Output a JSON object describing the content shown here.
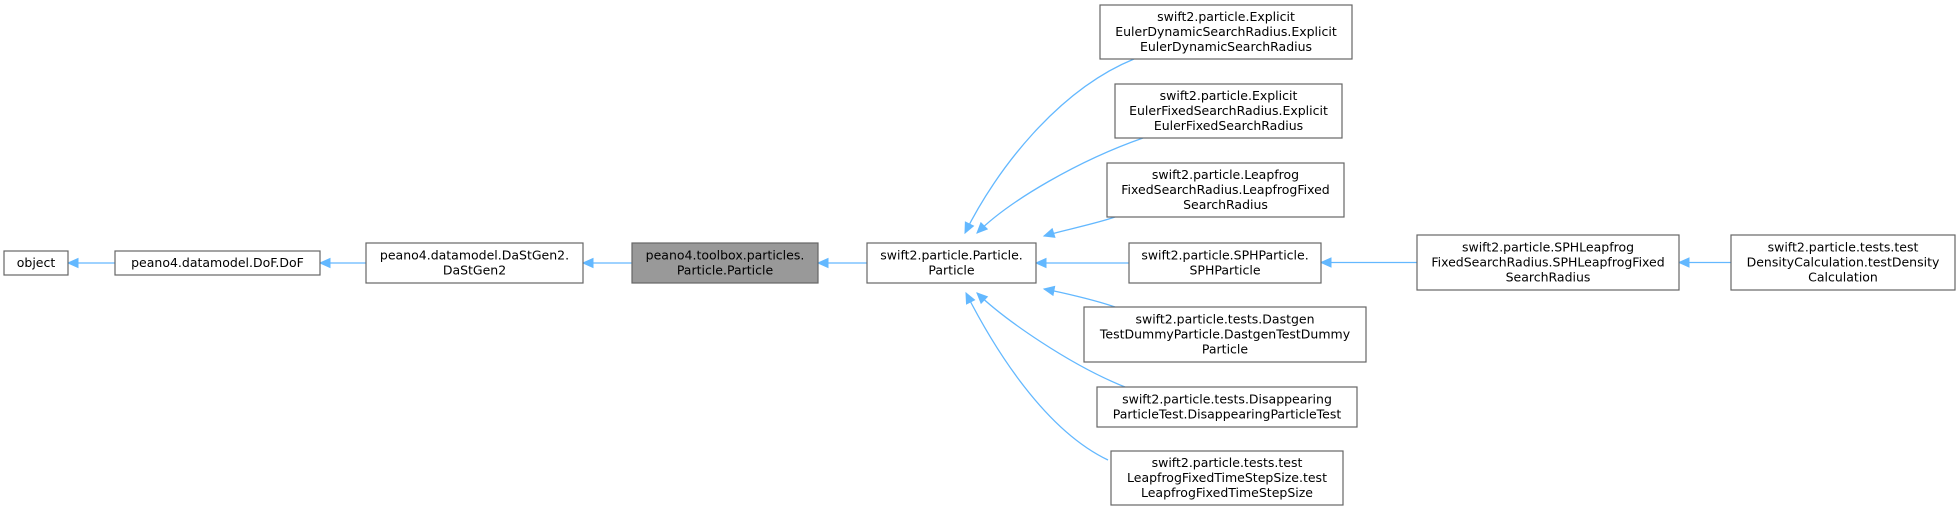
{
  "diagram": {
    "type": "class-inheritance-graph",
    "edge_color": "#63b8ff",
    "node_border_color": "#666666",
    "current_node_fill": "#999999",
    "nodes": [
      {
        "id": "object",
        "lines": [
          "object"
        ]
      },
      {
        "id": "dof",
        "lines": [
          "peano4.datamodel.DoF.DoF"
        ]
      },
      {
        "id": "dastgen2",
        "lines": [
          "peano4.datamodel.DaStGen2.",
          "DaStGen2"
        ]
      },
      {
        "id": "toolbox-particle",
        "lines": [
          "peano4.toolbox.particles.",
          "Particle.Particle"
        ],
        "current": true
      },
      {
        "id": "swift-particle",
        "lines": [
          "swift2.particle.Particle.",
          "Particle"
        ]
      },
      {
        "id": "explicit-dynamic",
        "lines": [
          "swift2.particle.Explicit",
          "EulerDynamicSearchRadius.Explicit",
          "EulerDynamicSearchRadius"
        ]
      },
      {
        "id": "explicit-fixed",
        "lines": [
          "swift2.particle.Explicit",
          "EulerFixedSearchRadius.Explicit",
          "EulerFixedSearchRadius"
        ]
      },
      {
        "id": "leapfrog-fixed",
        "lines": [
          "swift2.particle.Leapfrog",
          "FixedSearchRadius.LeapfrogFixed",
          "SearchRadius"
        ]
      },
      {
        "id": "sph-particle",
        "lines": [
          "swift2.particle.SPHParticle.",
          "SPHParticle"
        ]
      },
      {
        "id": "dastgen-test-dummy",
        "lines": [
          "swift2.particle.tests.Dastgen",
          "TestDummyParticle.DastgenTestDummy",
          "Particle"
        ]
      },
      {
        "id": "disappearing",
        "lines": [
          "swift2.particle.tests.Disappearing",
          "ParticleTest.DisappearingParticleTest"
        ]
      },
      {
        "id": "leapfrog-timestep",
        "lines": [
          "swift2.particle.tests.test",
          "LeapfrogFixedTimeStepSize.test",
          "LeapfrogFixedTimeStepSize"
        ]
      },
      {
        "id": "sph-leapfrog",
        "lines": [
          "swift2.particle.SPHLeapfrog",
          "FixedSearchRadius.SPHLeapfrogFixed",
          "SearchRadius"
        ]
      },
      {
        "id": "density-calc",
        "lines": [
          "swift2.particle.tests.test",
          "DensityCalculation.testDensity",
          "Calculation"
        ]
      }
    ],
    "edges": [
      {
        "from": "dof",
        "to": "object"
      },
      {
        "from": "dastgen2",
        "to": "dof"
      },
      {
        "from": "toolbox-particle",
        "to": "dastgen2"
      },
      {
        "from": "swift-particle",
        "to": "toolbox-particle"
      },
      {
        "from": "explicit-dynamic",
        "to": "swift-particle"
      },
      {
        "from": "explicit-fixed",
        "to": "swift-particle"
      },
      {
        "from": "leapfrog-fixed",
        "to": "swift-particle"
      },
      {
        "from": "sph-particle",
        "to": "swift-particle"
      },
      {
        "from": "dastgen-test-dummy",
        "to": "swift-particle"
      },
      {
        "from": "disappearing",
        "to": "swift-particle"
      },
      {
        "from": "leapfrog-timestep",
        "to": "swift-particle"
      },
      {
        "from": "sph-leapfrog",
        "to": "sph-particle"
      },
      {
        "from": "density-calc",
        "to": "sph-leapfrog"
      }
    ]
  }
}
